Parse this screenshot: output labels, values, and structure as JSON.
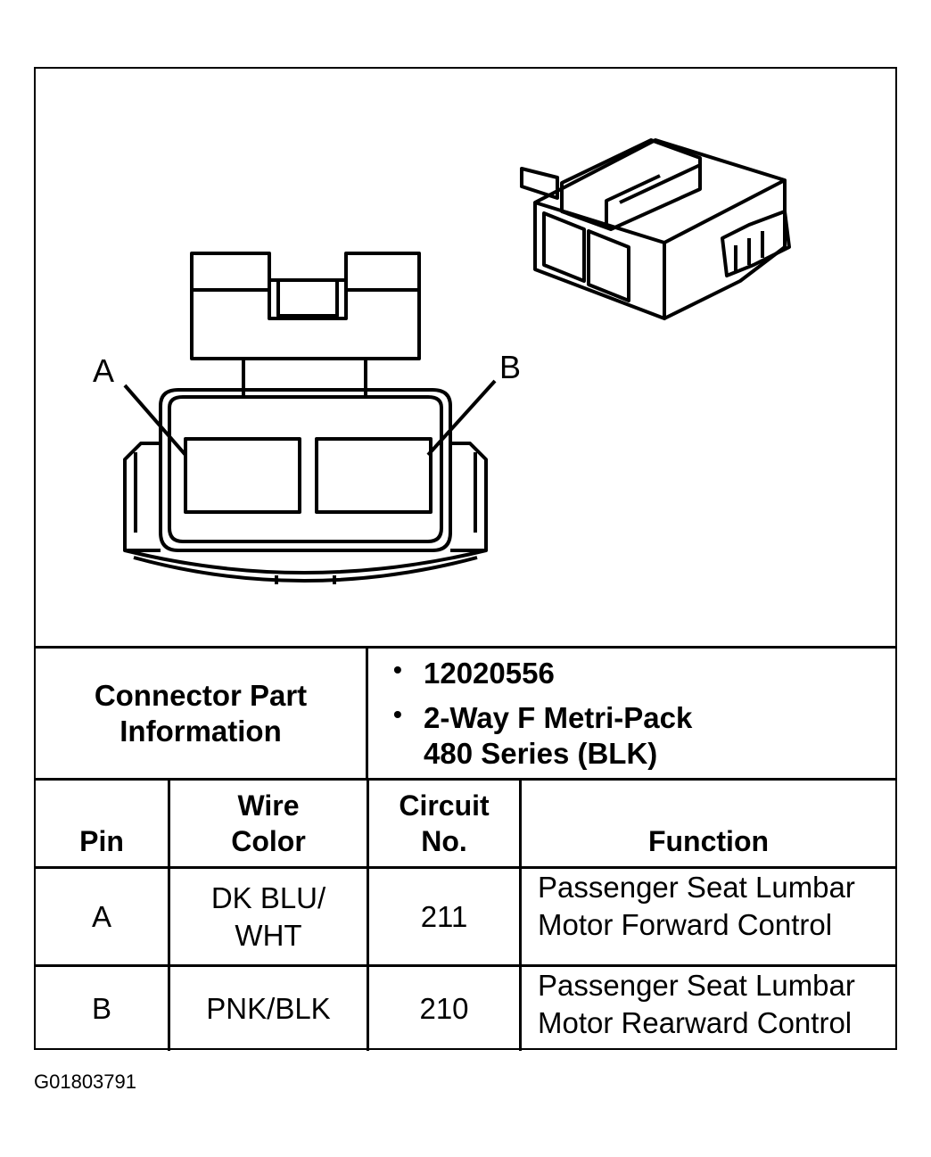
{
  "diagram": {
    "pin_labels": {
      "a": "A",
      "b": "B"
    }
  },
  "connector_info": {
    "label": "Connector Part Information",
    "items": [
      "12020556",
      "2-Way F Metri-Pack",
      "480 Series (BLK)"
    ]
  },
  "table": {
    "headers": {
      "pin": "Pin",
      "wire_color_1": "Wire",
      "wire_color_2": "Color",
      "circuit_1": "Circuit",
      "circuit_2": "No.",
      "function": "Function"
    },
    "rows": [
      {
        "pin": "A",
        "wire_1": "DK BLU/",
        "wire_2": "WHT",
        "circuit": "211",
        "function_1": "Passenger Seat Lumbar",
        "function_2": "Motor Forward Control"
      },
      {
        "pin": "B",
        "wire_1": "PNK/BLK",
        "circuit": "210",
        "function_1": "Passenger Seat Lumbar",
        "function_2": "Motor Rearward Control"
      }
    ]
  },
  "figure_id": "G01803791"
}
